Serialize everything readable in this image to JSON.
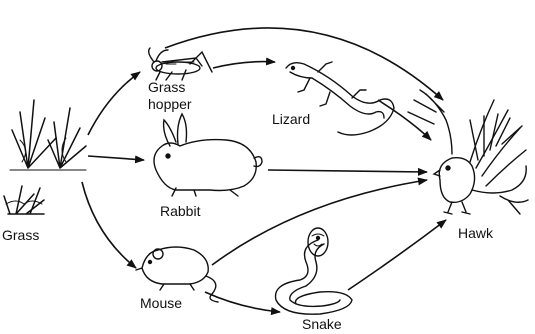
{
  "nodes": {
    "grass": {
      "label": "Grass",
      "icon": "grass-icon"
    },
    "grasshopper": {
      "label_line1": "Grass",
      "label_line2": "hopper",
      "icon": "grasshopper-icon"
    },
    "lizard": {
      "label": "Lizard",
      "icon": "lizard-icon"
    },
    "rabbit": {
      "label": "Rabbit",
      "icon": "rabbit-icon"
    },
    "mouse": {
      "label": "Mouse",
      "icon": "mouse-icon"
    },
    "snake": {
      "label": "Snake",
      "icon": "snake-icon"
    },
    "hawk": {
      "label": "Hawk",
      "icon": "hawk-icon"
    }
  },
  "edges": [
    {
      "from": "Grass",
      "to": "Grasshopper"
    },
    {
      "from": "Grass",
      "to": "Rabbit"
    },
    {
      "from": "Grass",
      "to": "Mouse"
    },
    {
      "from": "Grasshopper",
      "to": "Lizard"
    },
    {
      "from": "Grasshopper",
      "to": "Hawk"
    },
    {
      "from": "Lizard",
      "to": "Hawk"
    },
    {
      "from": "Rabbit",
      "to": "Hawk"
    },
    {
      "from": "Mouse",
      "to": "Hawk"
    },
    {
      "from": "Mouse",
      "to": "Snake"
    },
    {
      "from": "Snake",
      "to": "Hawk"
    }
  ],
  "colors": {
    "ink": "#111111",
    "background": "#ffffff"
  }
}
